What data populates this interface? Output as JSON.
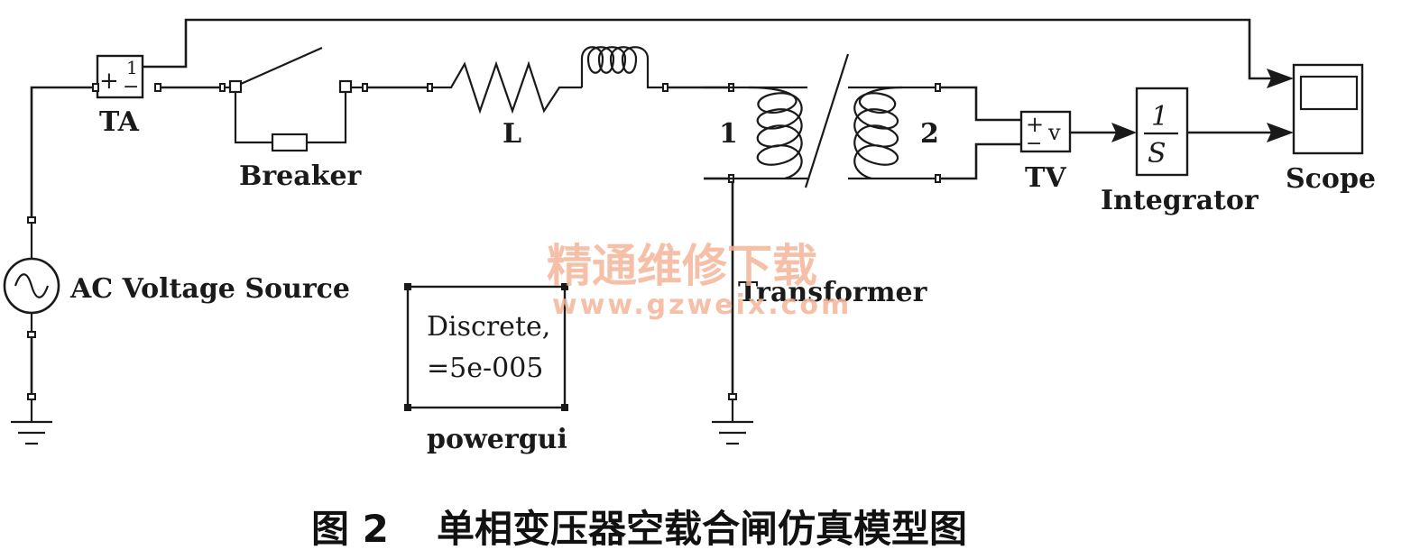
{
  "diagram": {
    "blocks": {
      "ta": {
        "label": "TA",
        "plus": "+",
        "minus": "−",
        "port": "1"
      },
      "breaker": {
        "label": "Breaker"
      },
      "inductor": {
        "label": "L"
      },
      "transformer": {
        "label": "Transformer",
        "winding1": "1",
        "winding2": "2"
      },
      "tv": {
        "label": "TV",
        "plus": "+",
        "minus": "−",
        "port": "v"
      },
      "integrator": {
        "label": "Integrator",
        "numerator": "1",
        "denominator": "S"
      },
      "scope": {
        "label": "Scope"
      },
      "source": {
        "label": "AC Voltage Source"
      },
      "powergui": {
        "label": "powergui",
        "line1": "Discrete,",
        "line2": "=5e-005"
      }
    }
  },
  "watermark": {
    "line1": "精通维修下载",
    "line2": "www.gzweix.com"
  },
  "caption": {
    "figure": "图 2",
    "title": "单相变压器空载合闸仿真模型图"
  }
}
